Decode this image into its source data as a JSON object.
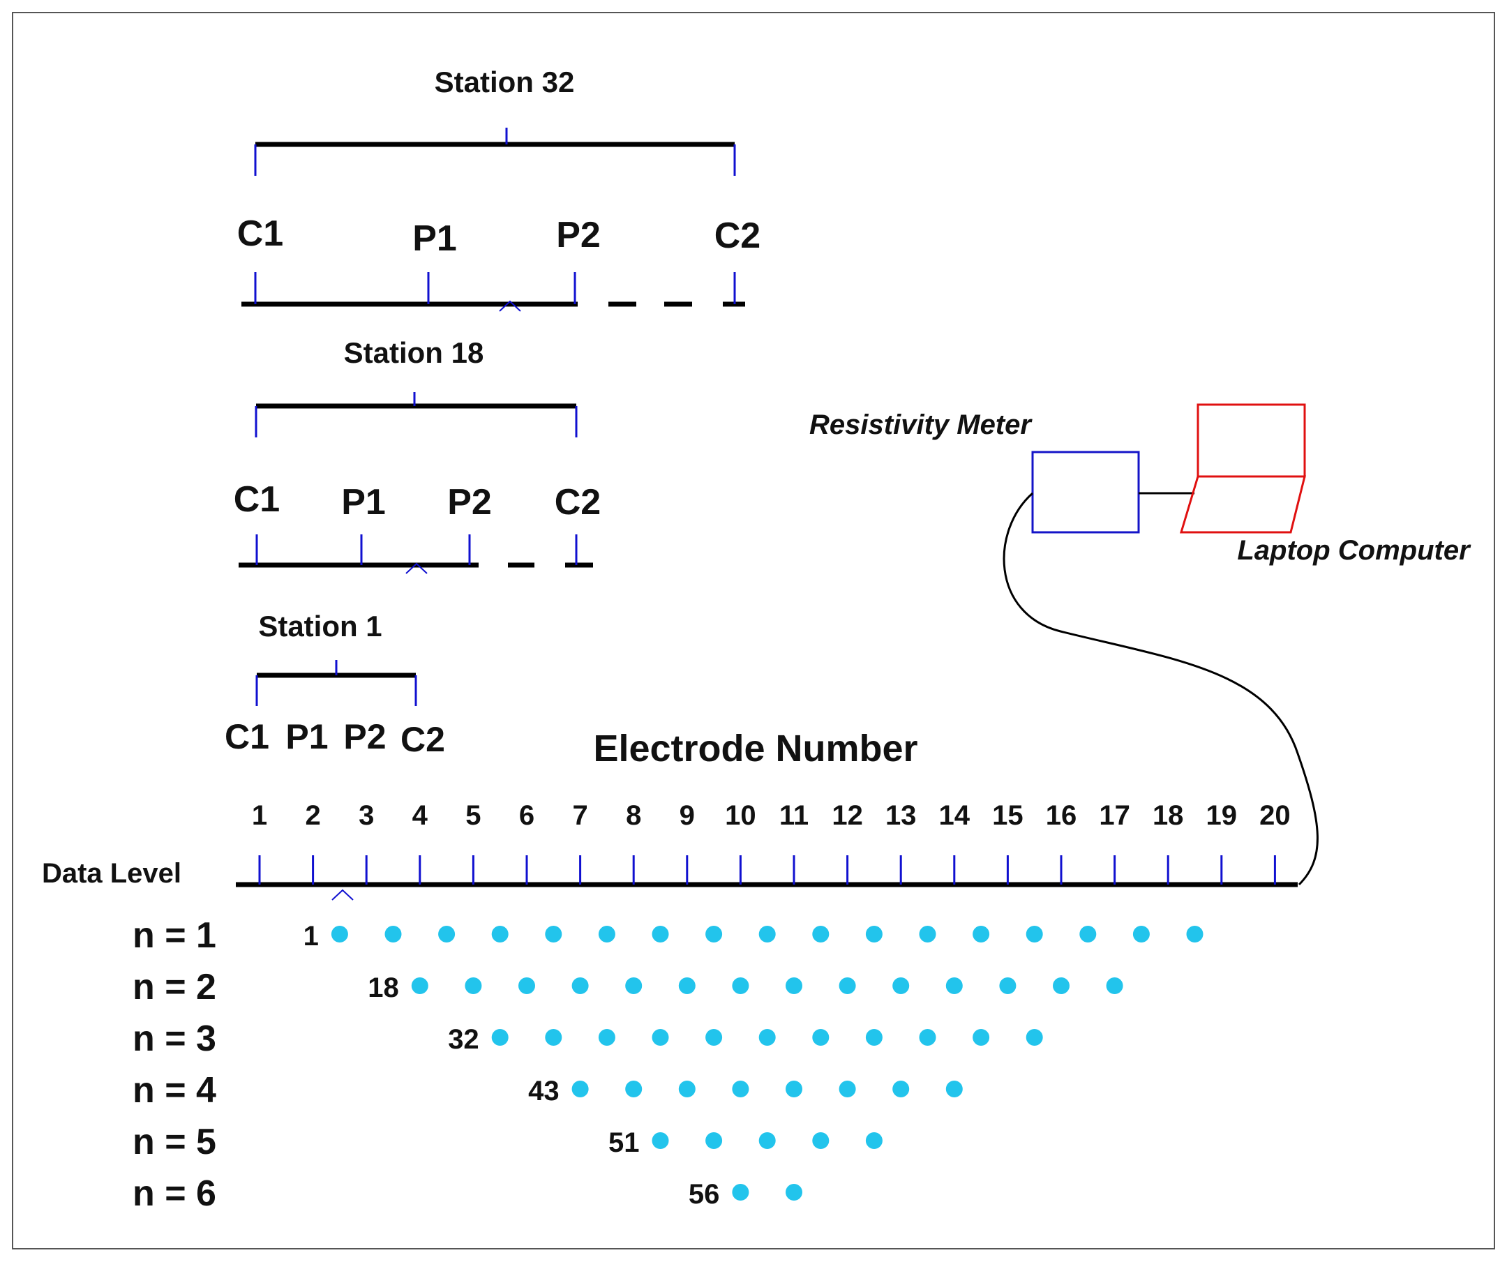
{
  "stations": [
    {
      "title": "Station 32",
      "labels": [
        "C1",
        "P1",
        "P2",
        "C2"
      ]
    },
    {
      "title": "Station 18",
      "labels": [
        "C1",
        "P1",
        "P2",
        "C2"
      ]
    },
    {
      "title": "Station 1",
      "labels": [
        "C1",
        "P1",
        "P2",
        "C2"
      ]
    }
  ],
  "equipment": {
    "meter_label": "Resistivity Meter",
    "laptop_label": "Laptop Computer"
  },
  "electrode_axis": {
    "title": "Electrode Number",
    "data_level_label": "Data Level",
    "electrodes": [
      "1",
      "2",
      "3",
      "4",
      "5",
      "6",
      "7",
      "8",
      "9",
      "10",
      "11",
      "12",
      "13",
      "14",
      "15",
      "16",
      "17",
      "18",
      "19",
      "20"
    ]
  },
  "data_levels": [
    {
      "label": "n = 1",
      "start_number": "1",
      "points": 17
    },
    {
      "label": "n = 2",
      "start_number": "18",
      "points": 14
    },
    {
      "label": "n = 3",
      "start_number": "32",
      "points": 11
    },
    {
      "label": "n = 4",
      "start_number": "43",
      "points": 8
    },
    {
      "label": "n = 5",
      "start_number": "51",
      "points": 5
    },
    {
      "label": "n = 6",
      "start_number": "56",
      "points": 2
    }
  ],
  "colors": {
    "frame": "#555555",
    "line": "#000000",
    "electrode": "#1010d0",
    "meter": "#1414c8",
    "laptop": "#e01010",
    "point": "#22c4ec"
  }
}
